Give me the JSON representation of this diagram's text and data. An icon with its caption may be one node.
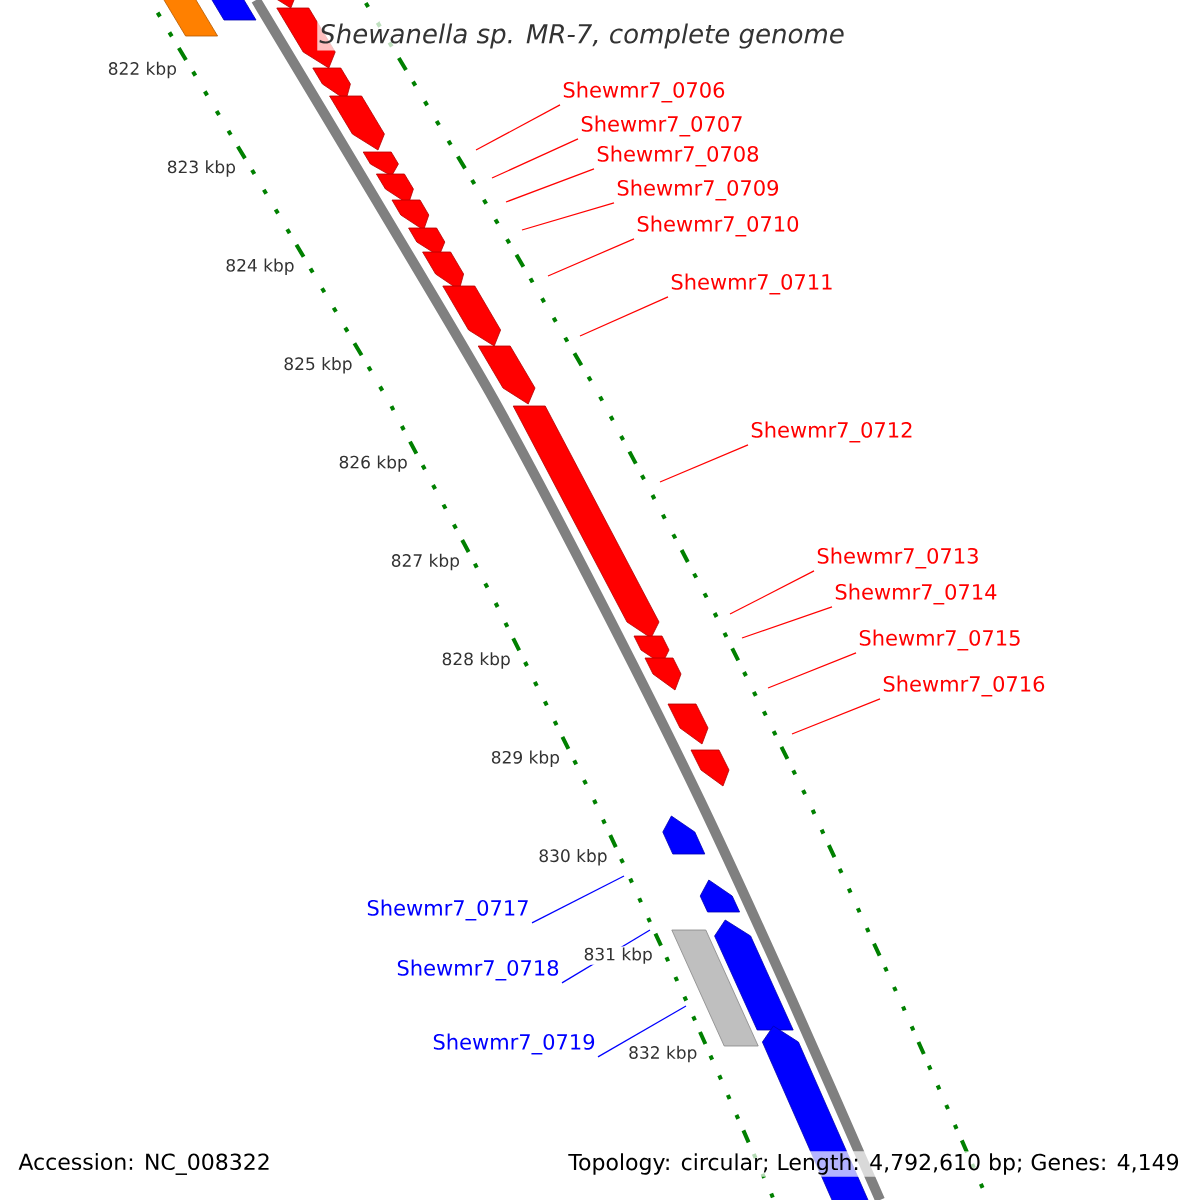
{
  "diagram": {
    "title": "Shewanella sp. MR-7, complete genome",
    "nodes": [
      {
        "text": [
          "Shewmr7_0706"
        ]
      },
      {
        "text": [
          "Shewmr7_0707"
        ]
      },
      {
        "text": [
          "Shewmr7_0708"
        ]
      },
      {
        "text": [
          "Shewmr7_0709"
        ]
      },
      {
        "text": [
          "Shewmr7_0710"
        ]
      },
      {
        "text": [
          "Shewmr7_0711"
        ]
      },
      {
        "text": [
          "Shewmr7_0712"
        ]
      },
      {
        "text": [
          "Shewmr7_0713"
        ]
      },
      {
        "text": [
          "Shewmr7_0714"
        ]
      },
      {
        "text": [
          "Shewmr7_0715"
        ]
      },
      {
        "text": [
          "Shewmr7_0716"
        ]
      },
      {
        "text": [
          "Shewmr7_0717"
        ]
      },
      {
        "text": [
          "Shewmr7_0718"
        ]
      },
      {
        "text": [
          "Shewmr7_0719"
        ]
      }
    ],
    "edges": [
      {
        "from": 0,
        "to": null,
        "arrow": "none"
      },
      {
        "from": 1,
        "to": null,
        "arrow": "none"
      },
      {
        "from": 2,
        "to": null,
        "arrow": "none"
      },
      {
        "from": 3,
        "to": null,
        "arrow": "none"
      },
      {
        "from": 4,
        "to": null,
        "arrow": "none"
      },
      {
        "from": 5,
        "to": null,
        "arrow": "none"
      },
      {
        "from": 6,
        "to": null,
        "arrow": "none"
      },
      {
        "from": 7,
        "to": null,
        "arrow": "none"
      },
      {
        "from": 8,
        "to": null,
        "arrow": "none"
      },
      {
        "from": 9,
        "to": null,
        "arrow": "none"
      },
      {
        "from": 10,
        "to": null,
        "arrow": "none"
      },
      {
        "from": 11,
        "to": null,
        "arrow": "none",
        "color": "#0000ff"
      },
      {
        "from": 12,
        "to": null,
        "arrow": "none",
        "color": "#0000ff"
      },
      {
        "from": 13,
        "to": null,
        "arrow": "none",
        "color": "#0000ff"
      }
    ],
    "labels": [
      "822 kbp",
      "823 kbp",
      "824 kbp",
      "825 kbp",
      "826 kbp",
      "827 kbp",
      "828 kbp",
      "829 kbp",
      "830 kbp",
      "831 kbp",
      "832 kbp",
      "Accession: NC_008322",
      "Topology: circular; Length: 4,792,610 bp; Genes: 4,149"
    ]
  }
}
